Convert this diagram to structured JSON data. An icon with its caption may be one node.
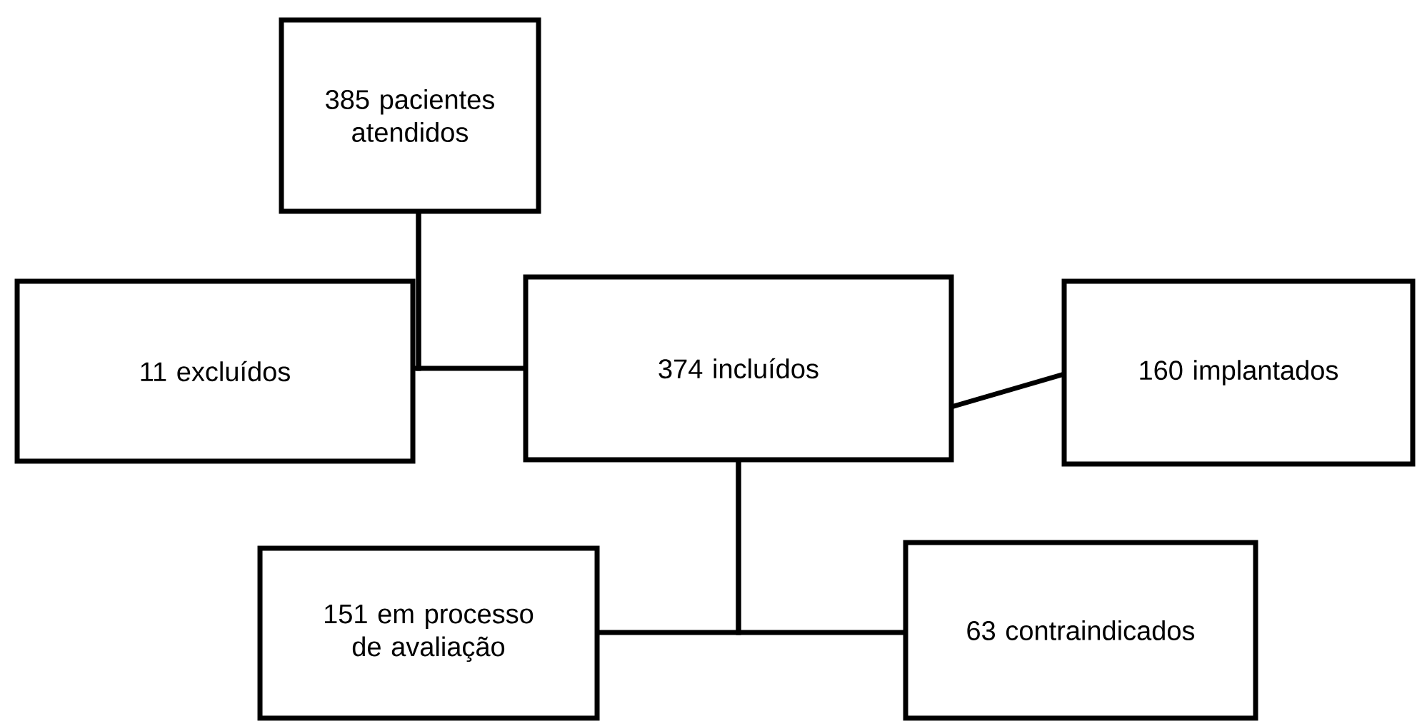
{
  "diagram": {
    "nodes": [
      {
        "text": [
          "385 pacientes atendidos"
        ]
      },
      {
        "text": [
          "11 excluídos"
        ]
      },
      {
        "text": [
          "374 incluídos"
        ]
      },
      {
        "text": [
          "160 implantados"
        ]
      },
      {
        "text": [
          "151 em processo de avaliação"
        ]
      },
      {
        "text": [
          "63 contraindicados"
        ]
      }
    ],
    "edges": [
      {
        "from": 0,
        "to": 1,
        "arrow": "none"
      },
      {
        "from": 0,
        "to": 2,
        "arrow": "none"
      },
      {
        "from": 2,
        "to": 3,
        "arrow": "none"
      },
      {
        "from": 2,
        "to": 4,
        "arrow": "none"
      },
      {
        "from": 2,
        "to": 5,
        "arrow": "none"
      }
    ]
  }
}
